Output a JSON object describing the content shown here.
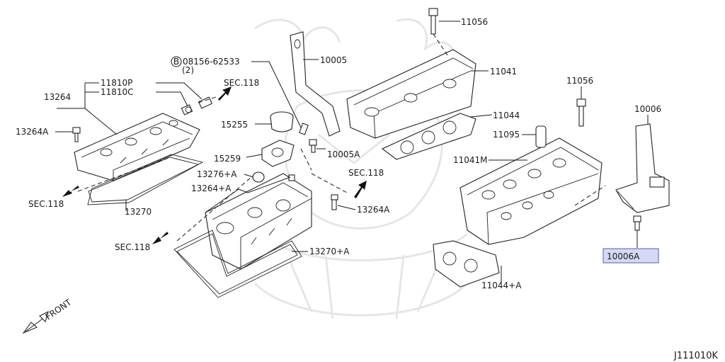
{
  "parts": {
    "p11056_top": "11056",
    "p08156": "08156-62533",
    "p08156_qty": "(2)",
    "p08156_badge": "B",
    "p10005": "10005",
    "p11041": "11041",
    "p11810P": "11810P",
    "p11810C": "11810C",
    "p13264": "13264",
    "p13264A_left": "13264A",
    "p15255": "15255",
    "p11044": "11044",
    "p11056_right": "11056",
    "p10006": "10006",
    "p11095": "11095",
    "p10005A": "10005A",
    "p15259": "15259",
    "p11041M": "11041M",
    "p13276A": "13276+A",
    "p13264pA": "13264+A",
    "p13264A_right": "13264A",
    "p13270": "13270",
    "p13270A": "13270+A",
    "p10006A": "10006A",
    "p11044A": "11044+A"
  },
  "sections": {
    "sec_top": "SEC.118",
    "sec_mid": "SEC.118",
    "sec_left": "SEC.118",
    "sec_bottom": "SEC.118"
  },
  "front_label": "FRONT",
  "diagram_code": "J111010K",
  "colors": {
    "highlight_fill": "#d6d9f5",
    "highlight_border": "#5a5fa8",
    "line": "#1a1a1a"
  }
}
